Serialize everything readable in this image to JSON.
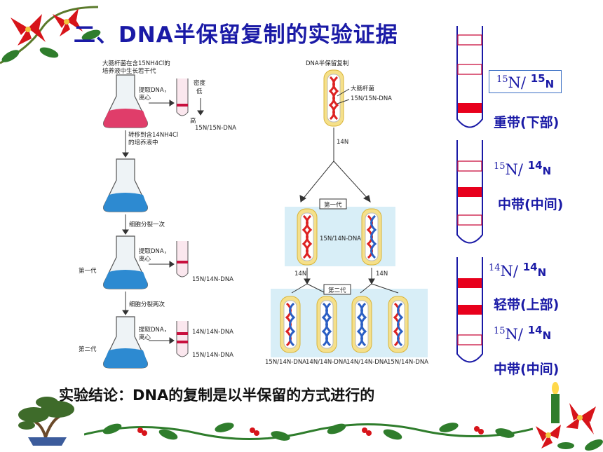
{
  "title": "二、DNA半保留复制的实验证据",
  "conclusion": "实验结论：DNA的复制是以半保留的方式进行的",
  "left_diagram": {
    "caption_1": "大肠杆菌在含15NH4Cl的",
    "caption_2": "培养液中生长若干代",
    "step_1a": "提取DNA，",
    "step_1b": "离心",
    "density": "密度",
    "low": "低",
    "high": "高",
    "label_15": "15N/15N-DNA",
    "transfer_1": "转移到含14NH4Cl",
    "transfer_2": "的培养液中",
    "division_1": "细胞分裂一次",
    "gen_1": "第一代",
    "step_2a": "提取DNA，",
    "step_2b": "离心",
    "label_hybrid": "15N/14N-DNA",
    "division_2": "细胞分裂两次",
    "gen_2": "第二代",
    "step_3a": "提取DNA，",
    "step_3b": "离心",
    "label_light": "14N/14N-DNA",
    "label_hybrid_2": "15N/14N-DNA"
  },
  "middle_diagram": {
    "heading": "DNA半保留复制",
    "bacterium": "大肠杆菌",
    "parent_dna": "15N/15N-DNA",
    "n14": "14N",
    "gen1_box": "第一代",
    "gen1_dna": "15N/14N-DNA",
    "n14_left": "14N",
    "n14_right": "14N",
    "gen2_box": "第二代",
    "bottom_labels": [
      "15N/14N-DNA",
      "14N/14N-DNA",
      "14N/14N-DNA",
      "15N/14N-DNA"
    ]
  },
  "right_panel": {
    "tube1_iso": {
      "sup1": "15",
      "n1": "N/",
      "sup2": "15",
      "n2": "N"
    },
    "tube1_band": "重带(下部)",
    "tube2_iso": {
      "sup1": "15",
      "n1": "N/",
      "sup2": "14",
      "n2": "N"
    },
    "tube2_band": "中带(中间)",
    "tube3_iso_a": {
      "sup1": "14",
      "n1": "N/",
      "sup2": "14",
      "n2": "N"
    },
    "tube3_band_a": "轻带(上部)",
    "tube3_iso_b": {
      "sup1": "15",
      "n1": "N/",
      "sup2": "14",
      "n2": "N"
    },
    "tube3_band_b": "中带(中间)"
  },
  "colors": {
    "title": "#1a1aa6",
    "band": "#e8001c",
    "tube_outline": "#1a1aa6"
  }
}
